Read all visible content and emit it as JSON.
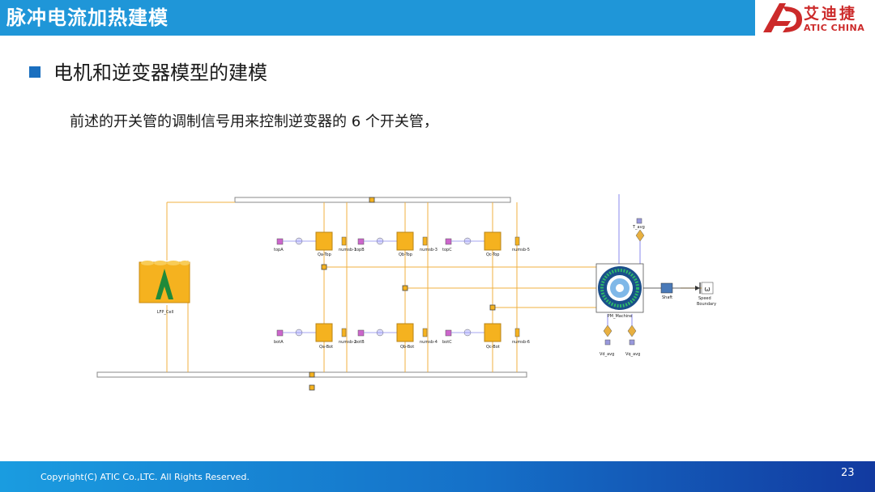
{
  "header": {
    "title": "脉冲电流加热建模"
  },
  "logo": {
    "name_cn": "艾迪捷",
    "name_en": "ATIC CHINA",
    "color": "#cc2a2a"
  },
  "section": {
    "heading": "电机和逆变器模型的建模"
  },
  "description": "前述的开关管的调制信号用来控制逆变器的 6 个开关管，",
  "diagram": {
    "battery_label": "LFP_Cell",
    "switches": [
      {
        "gate": "topA",
        "name": "Qa-Top",
        "meter": "numsb-1"
      },
      {
        "gate": "topB",
        "name": "Qb-Top",
        "meter": "numsb-3"
      },
      {
        "gate": "topC",
        "name": "Qc-Top",
        "meter": "numsb-5"
      },
      {
        "gate": "botA",
        "name": "Qa-Bot",
        "meter": "numsb-2"
      },
      {
        "gate": "botB",
        "name": "Qb-Bot",
        "meter": "numsb-4"
      },
      {
        "gate": "botC",
        "name": "Qc-Bot",
        "meter": "numsb-6"
      }
    ],
    "machine_label": "PM_Machine",
    "torque_label": "T_avg",
    "vd_label": "Vd_avg",
    "vq_label": "Vq_avg",
    "shaft_label": "Shaft",
    "speed_symbol": "ω",
    "speed_label_1": "Speed",
    "speed_label_2": "Boundary"
  },
  "footer": {
    "copyright": "Copyright(C) ATIC Co.,LTC. All Rights Reserved.",
    "page": "23"
  },
  "colors": {
    "header": "#1f96d8",
    "wire": "#f0b040",
    "block": "#f5b21f",
    "bullet": "#1a6fbf"
  }
}
